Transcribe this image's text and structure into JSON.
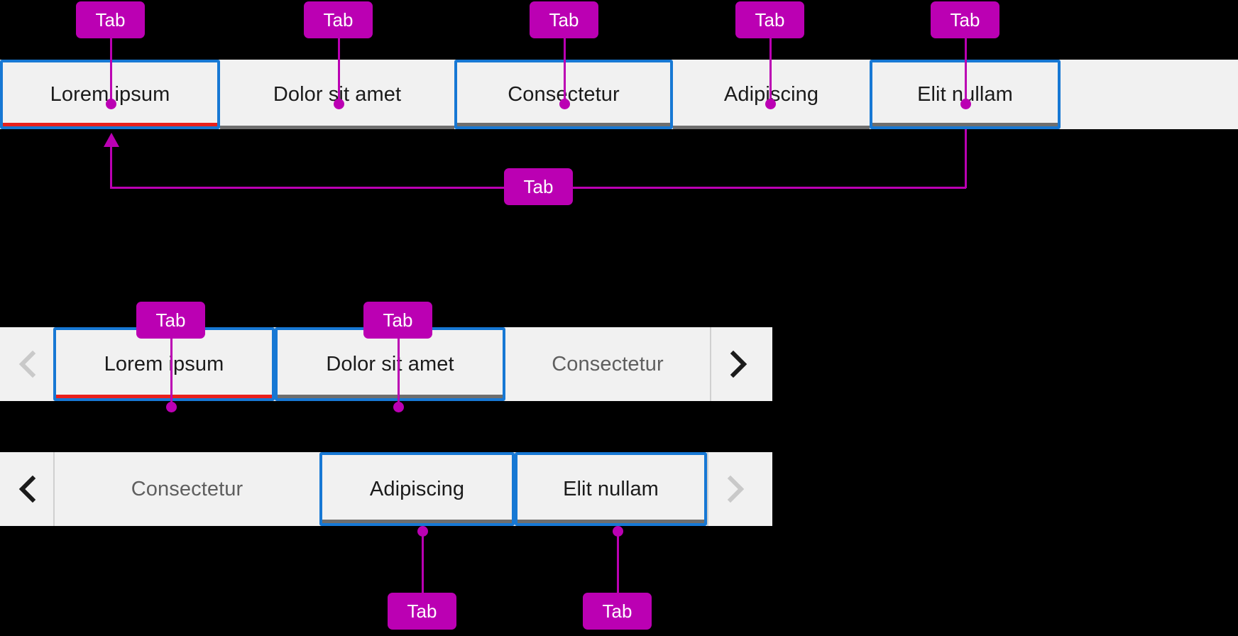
{
  "theme": {
    "background": "#000000",
    "strip_bg": "#f1f1f1",
    "tab_bg": "#f1f1f1",
    "focus_border": "#1778d4",
    "selected_accent": "#e8201c",
    "inactive_accent": "#6e6e6e",
    "annotation": "#bb00b3",
    "text": "#1b1b1b",
    "text_disabled": "#5f5f5f"
  },
  "annotation_label": "Tab",
  "widgets": {
    "full_strip": {
      "name": "full-width-tab-bar",
      "tabs": [
        {
          "label": "Lorem ipsum",
          "state": "selected",
          "focused": true,
          "accent": "red"
        },
        {
          "label": "Dolor sit amet",
          "state": "inactive",
          "focused": false,
          "accent": "grey"
        },
        {
          "label": "Consectetur",
          "state": "inactive",
          "focused": true,
          "accent": "grey"
        },
        {
          "label": "Adipiscing",
          "state": "inactive",
          "focused": false,
          "accent": "grey"
        },
        {
          "label": "Elit nullam",
          "state": "inactive",
          "focused": true,
          "accent": "grey"
        }
      ]
    },
    "scroller_top": {
      "name": "scrollable-tab-bar-page-1",
      "prev_arrow": {
        "icon": "chevron-left-icon",
        "enabled": false
      },
      "next_arrow": {
        "icon": "chevron-right-icon",
        "enabled": true
      },
      "tabs": [
        {
          "label": "Lorem ipsum",
          "state": "selected",
          "focused": true,
          "accent": "red"
        },
        {
          "label": "Dolor sit amet",
          "state": "inactive",
          "focused": true,
          "accent": "grey"
        },
        {
          "label": "Consectetur",
          "state": "clipped",
          "focused": false,
          "accent": "none"
        }
      ]
    },
    "scroller_bottom": {
      "name": "scrollable-tab-bar-page-2",
      "prev_arrow": {
        "icon": "chevron-left-icon",
        "enabled": true
      },
      "next_arrow": {
        "icon": "chevron-right-icon",
        "enabled": false
      },
      "tabs": [
        {
          "label": "Consectetur",
          "state": "clipped",
          "focused": false,
          "accent": "none"
        },
        {
          "label": "Adipiscing",
          "state": "inactive",
          "focused": true,
          "accent": "grey"
        },
        {
          "label": "Elit nullam",
          "state": "inactive",
          "focused": true,
          "accent": "grey"
        }
      ]
    }
  },
  "callouts": [
    {
      "name": "callout-lorem-ipsum-top",
      "label": "Tab"
    },
    {
      "name": "callout-dolor-sit-amet-top",
      "label": "Tab"
    },
    {
      "name": "callout-consectetur-top",
      "label": "Tab"
    },
    {
      "name": "callout-adipiscing-top",
      "label": "Tab"
    },
    {
      "name": "callout-elit-nullam-top",
      "label": "Tab"
    },
    {
      "name": "callout-strip-container",
      "label": "Tab"
    },
    {
      "name": "callout-lorem-ipsum-mid",
      "label": "Tab"
    },
    {
      "name": "callout-dolor-sit-amet-mid",
      "label": "Tab"
    },
    {
      "name": "callout-adipiscing-bottom",
      "label": "Tab"
    },
    {
      "name": "callout-elit-nullam-bottom",
      "label": "Tab"
    }
  ]
}
